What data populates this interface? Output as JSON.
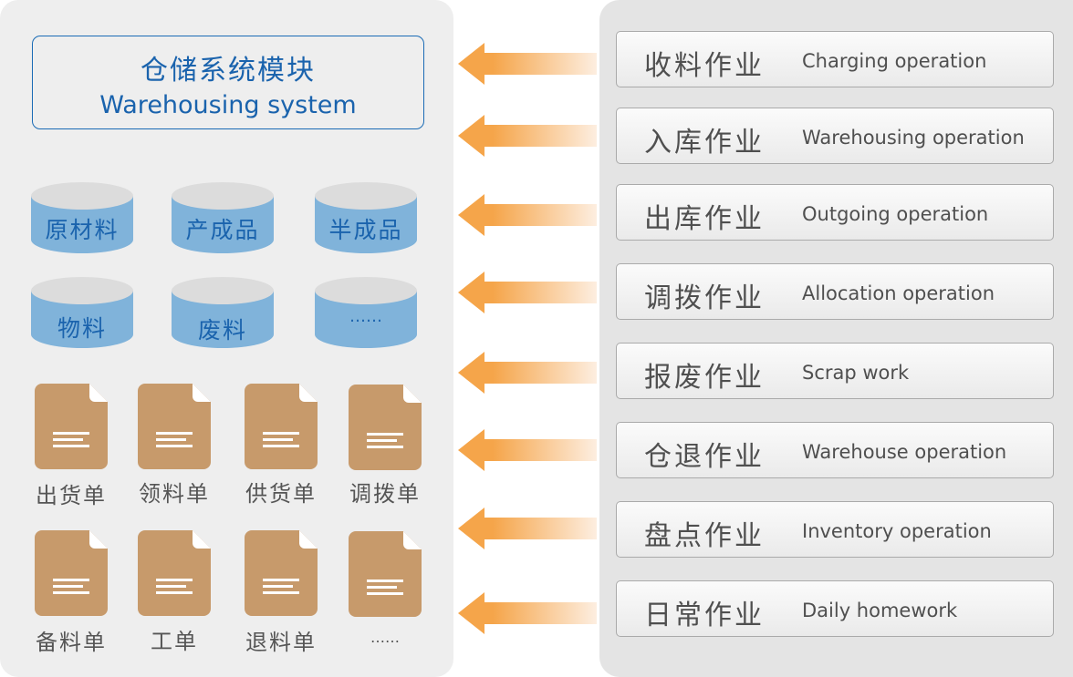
{
  "colors": {
    "left_panel_bg": "#eeeeee",
    "right_panel_bg": "#e4e4e4",
    "title_blue": "#1a63ad",
    "cylinder_body": "#80b3da",
    "cylinder_top": "#dcdcdc",
    "document_fill": "#c79a6b",
    "arrow_orange": "#f5a54a"
  },
  "module": {
    "title_cn": "仓储系统模块",
    "title_en": "Warehousing system"
  },
  "inventory_types": [
    {
      "label": "原材料"
    },
    {
      "label": "产成品"
    },
    {
      "label": "半成品"
    },
    {
      "label": "物料"
    },
    {
      "label": "废料"
    },
    {
      "label": "……"
    }
  ],
  "documents": [
    {
      "label": "出货单",
      "icon": "document-icon"
    },
    {
      "label": "领料单",
      "icon": "document-icon"
    },
    {
      "label": "供货单",
      "icon": "document-icon"
    },
    {
      "label": "调拨单",
      "icon": "document-icon"
    },
    {
      "label": "备料单",
      "icon": "document-icon"
    },
    {
      "label": "工单",
      "icon": "document-icon"
    },
    {
      "label": "退料单",
      "icon": "document-icon"
    },
    {
      "label": "……",
      "icon": "document-icon"
    }
  ],
  "operations": [
    {
      "cn": "收料作业",
      "en": "Charging operation"
    },
    {
      "cn": "入库作业",
      "en": "Warehousing operation"
    },
    {
      "cn": "出库作业",
      "en": "Outgoing operation"
    },
    {
      "cn": "调拨作业",
      "en": "Allocation operation"
    },
    {
      "cn": "报废作业",
      "en": "Scrap work"
    },
    {
      "cn": "仓退作业",
      "en": "Warehouse operation"
    },
    {
      "cn": "盘点作业",
      "en": "Inventory operation"
    },
    {
      "cn": "日常作业",
      "en": "Daily homework"
    }
  ]
}
